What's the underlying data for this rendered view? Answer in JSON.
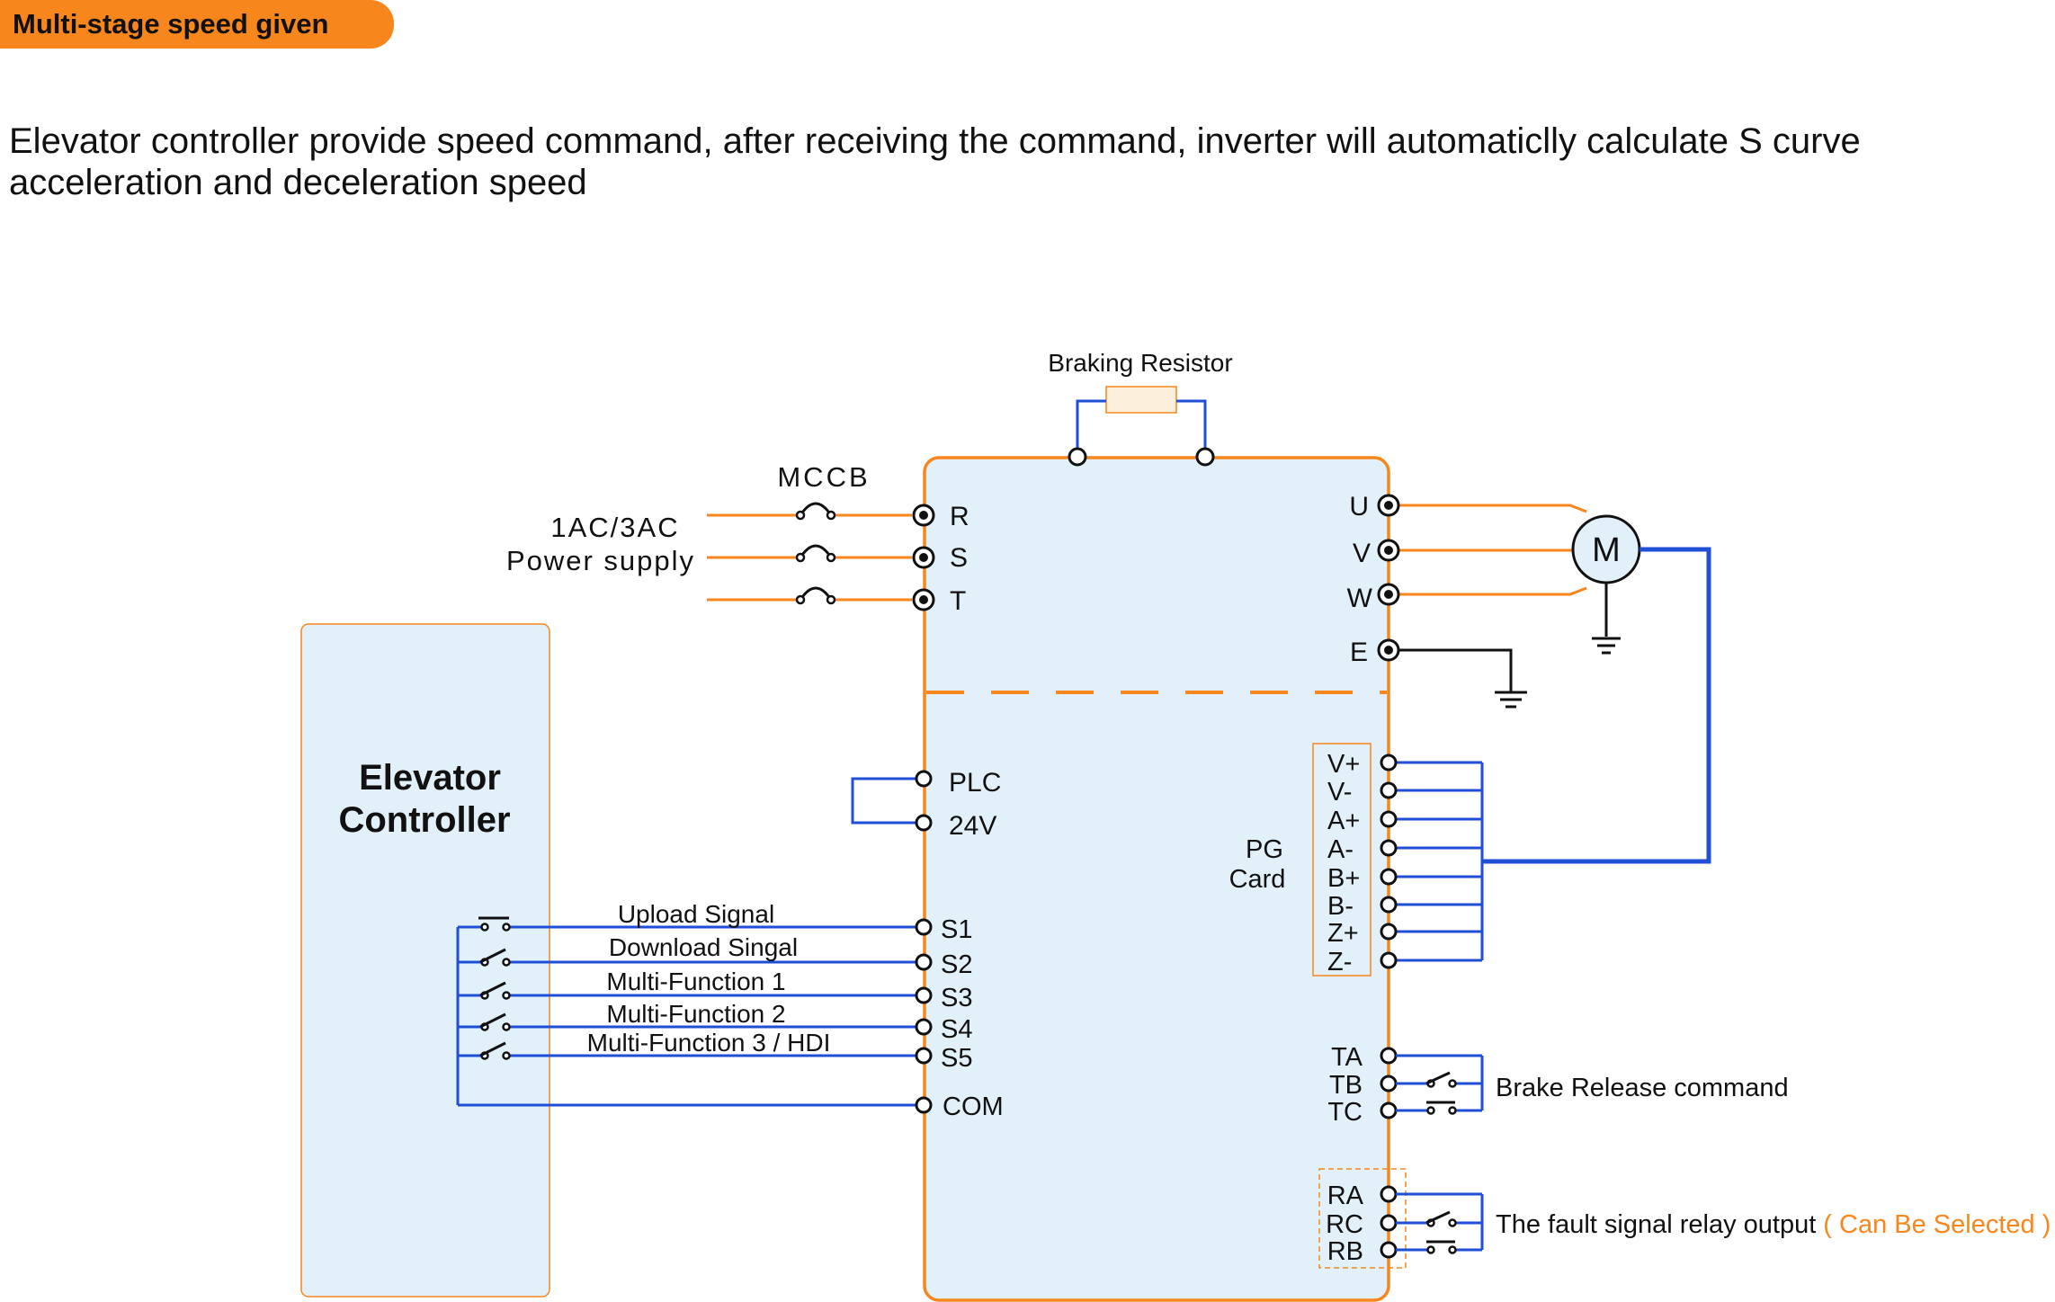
{
  "header": {
    "badge": "Multi-stage speed given"
  },
  "description": "Elevator controller provide speed command, after receiving the command, inverter will automaticlly calculate S curve acceleration and deceleration speed",
  "diagram": {
    "braking_resistor": "Braking Resistor",
    "mccb": "MCCB",
    "power_supply_line1": "1AC/3AC",
    "power_supply_line2": "Power supply",
    "input_terminals": [
      "R",
      "S",
      "T"
    ],
    "output_terminals": [
      "U",
      "V",
      "W",
      "E"
    ],
    "motor": "M",
    "elevator_controller_line1": "Elevator",
    "elevator_controller_line2": "Controller",
    "plc": "PLC",
    "v24": "24V",
    "signals": [
      "Upload Signal",
      "Download Singal",
      "Multi-Function 1",
      "Multi-Function 2",
      "Multi-Function 3 / HDI"
    ],
    "digital_inputs": [
      "S1",
      "S2",
      "S3",
      "S4",
      "S5"
    ],
    "com": "COM",
    "pg_card_line1": "PG",
    "pg_card_line2": "Card",
    "pg_terminals": [
      "V+",
      "V-",
      "A+",
      "A-",
      "B+",
      "B-",
      "Z+",
      "Z-"
    ],
    "brake_relay_terminals": [
      "TA",
      "TB",
      "TC"
    ],
    "brake_release": "Brake Release command",
    "fault_relay_terminals": [
      "RA",
      "RC",
      "RB"
    ],
    "fault_output": "The fault signal relay output",
    "fault_output_optional": "( Can Be Selected )"
  },
  "colors": {
    "orange": "#f7861c",
    "blue": "#1f4fd6",
    "panel_fill": "#e2f0fa",
    "black": "#111111"
  }
}
